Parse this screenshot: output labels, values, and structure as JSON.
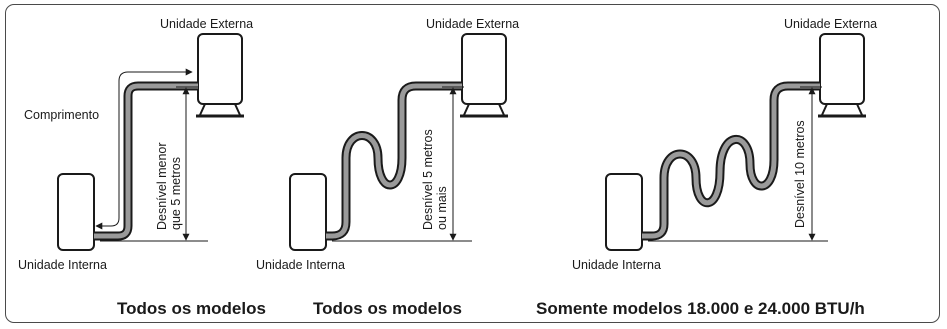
{
  "panels": [
    {
      "outdoor_label": "Unidade Externa",
      "indoor_label": "Unidade Interna",
      "length_label": "Comprimento",
      "height_lines": [
        "Desnível menor",
        "que 5 metros"
      ],
      "caption": "Todos os modelos"
    },
    {
      "outdoor_label": "Unidade Externa",
      "indoor_label": "Unidade Interna",
      "height_lines": [
        "Desnível 5 metros",
        "ou mais"
      ],
      "caption": "Todos os modelos"
    },
    {
      "outdoor_label": "Unidade Externa",
      "indoor_label": "Unidade Interna",
      "height_lines": [
        "Desnível 10 metros"
      ],
      "caption": "Somente modelos 18.000 e 24.000 BTU/h"
    }
  ]
}
